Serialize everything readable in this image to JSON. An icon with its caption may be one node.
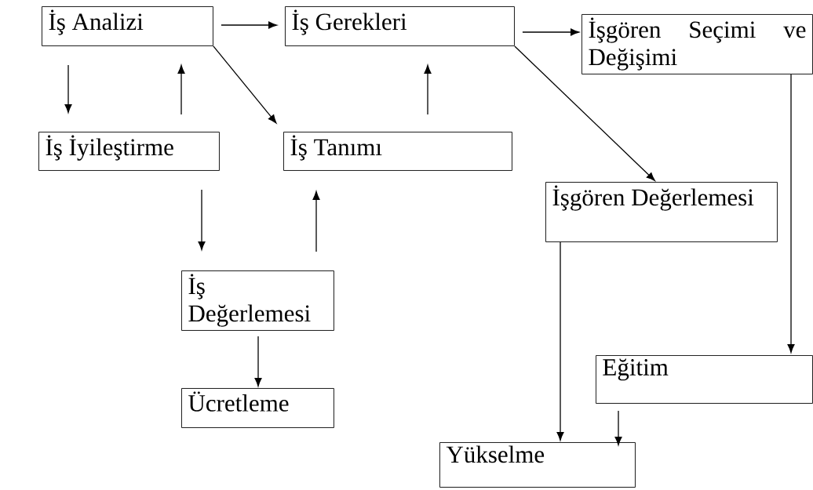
{
  "diagram": {
    "nodes": [
      {
        "text": [
          "İş Analizi"
        ]
      },
      {
        "text": [
          "İş Gerekleri"
        ]
      },
      {
        "text": [
          "İşgören Seçimi ve Değişimi"
        ]
      },
      {
        "text": [
          "İş İyileştirme"
        ]
      },
      {
        "text": [
          "İş Tanımı"
        ]
      },
      {
        "text": [
          "İşgören Değerlemesi"
        ]
      },
      {
        "text": [
          "İş Değerlemesi"
        ]
      },
      {
        "text": [
          "Eğitim"
        ]
      },
      {
        "text": [
          "Ücretleme"
        ]
      },
      {
        "text": [
          "Yükselme"
        ]
      }
    ],
    "edges": [
      {
        "from": 0,
        "to": 1,
        "arrow": "to"
      },
      {
        "from": 0,
        "to": 4,
        "arrow": "to"
      },
      {
        "from": 0,
        "to": 3,
        "arrow": "to"
      },
      {
        "from": 3,
        "to": 0,
        "arrow": "to"
      },
      {
        "from": 1,
        "to": 2,
        "arrow": "to"
      },
      {
        "from": 1,
        "to": 5,
        "arrow": "to"
      },
      {
        "from": 4,
        "to": 1,
        "arrow": "to"
      },
      {
        "from": 3,
        "to": 6,
        "arrow": "to"
      },
      {
        "from": 6,
        "to": 4,
        "arrow": "to"
      },
      {
        "from": 6,
        "to": 8,
        "arrow": "to"
      },
      {
        "from": 2,
        "to": 7,
        "arrow": "to"
      },
      {
        "from": 5,
        "to": 9,
        "arrow": "to"
      },
      {
        "from": 7,
        "to": 9,
        "arrow": "to"
      }
    ]
  }
}
